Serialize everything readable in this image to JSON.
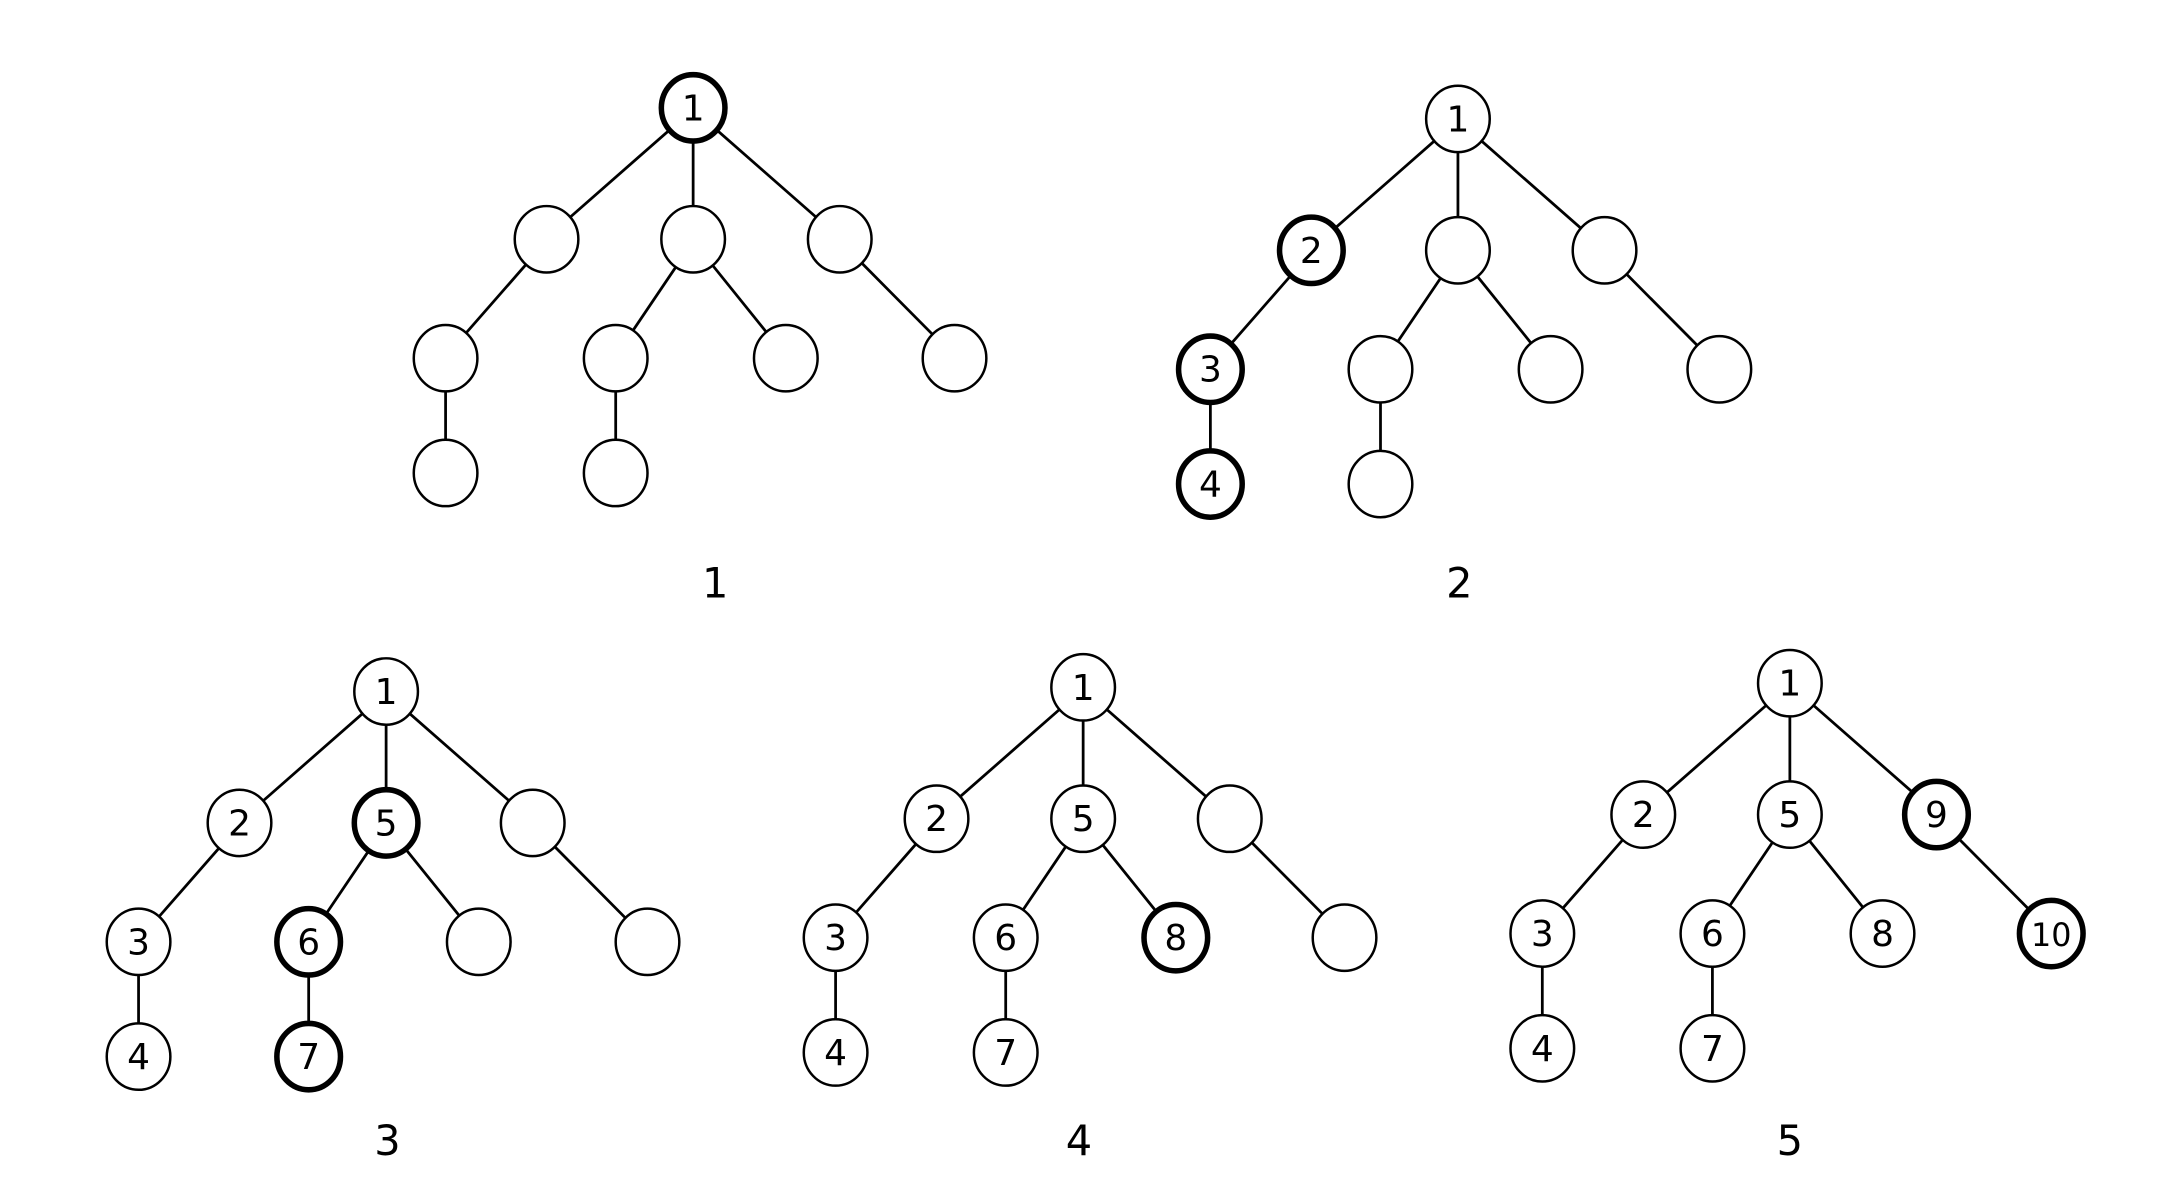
{
  "colors": {
    "stroke": "#000000",
    "background": "#ffffff"
  },
  "panels": [
    {
      "caption": "1",
      "nodes": [
        {
          "label": "1",
          "bold": true
        },
        {
          "label": "",
          "bold": false
        },
        {
          "label": "",
          "bold": false
        },
        {
          "label": "",
          "bold": false
        },
        {
          "label": "",
          "bold": false
        },
        {
          "label": "",
          "bold": false
        },
        {
          "label": "",
          "bold": false
        },
        {
          "label": "",
          "bold": false
        },
        {
          "label": "",
          "bold": false
        },
        {
          "label": "",
          "bold": false
        }
      ]
    },
    {
      "caption": "2",
      "nodes": [
        {
          "label": "1",
          "bold": false
        },
        {
          "label": "2",
          "bold": true
        },
        {
          "label": "",
          "bold": false
        },
        {
          "label": "",
          "bold": false
        },
        {
          "label": "3",
          "bold": true
        },
        {
          "label": "",
          "bold": false
        },
        {
          "label": "",
          "bold": false
        },
        {
          "label": "",
          "bold": false
        },
        {
          "label": "4",
          "bold": true
        },
        {
          "label": "",
          "bold": false
        }
      ]
    },
    {
      "caption": "3",
      "nodes": [
        {
          "label": "1",
          "bold": false
        },
        {
          "label": "2",
          "bold": false
        },
        {
          "label": "5",
          "bold": true
        },
        {
          "label": "",
          "bold": false
        },
        {
          "label": "3",
          "bold": false
        },
        {
          "label": "6",
          "bold": true
        },
        {
          "label": "",
          "bold": false
        },
        {
          "label": "",
          "bold": false
        },
        {
          "label": "4",
          "bold": false
        },
        {
          "label": "7",
          "bold": true
        }
      ]
    },
    {
      "caption": "4",
      "nodes": [
        {
          "label": "1",
          "bold": false
        },
        {
          "label": "2",
          "bold": false
        },
        {
          "label": "5",
          "bold": false
        },
        {
          "label": "",
          "bold": false
        },
        {
          "label": "3",
          "bold": false
        },
        {
          "label": "6",
          "bold": false
        },
        {
          "label": "8",
          "bold": true
        },
        {
          "label": "",
          "bold": false
        },
        {
          "label": "4",
          "bold": false
        },
        {
          "label": "7",
          "bold": false
        }
      ]
    },
    {
      "caption": "5",
      "nodes": [
        {
          "label": "1",
          "bold": false
        },
        {
          "label": "2",
          "bold": false
        },
        {
          "label": "5",
          "bold": false
        },
        {
          "label": "9",
          "bold": true
        },
        {
          "label": "3",
          "bold": false
        },
        {
          "label": "6",
          "bold": false
        },
        {
          "label": "8",
          "bold": false
        },
        {
          "label": "10",
          "bold": true
        },
        {
          "label": "4",
          "bold": false
        },
        {
          "label": "7",
          "bold": false
        }
      ]
    }
  ]
}
